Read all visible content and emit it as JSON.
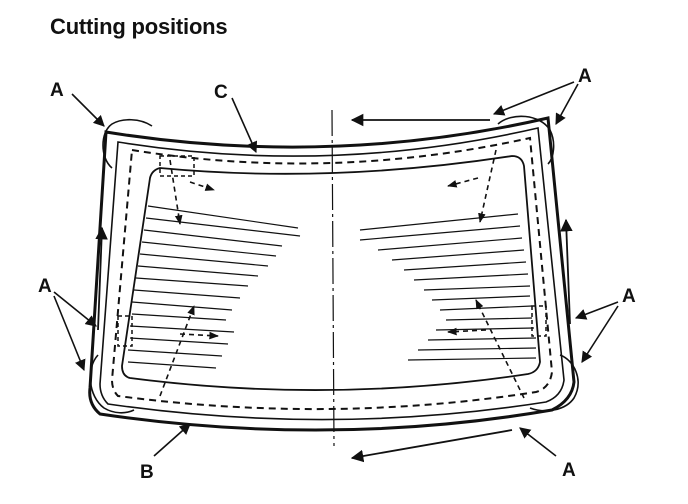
{
  "title": "Cutting positions",
  "labels": {
    "a": "A",
    "b": "B",
    "c": "C"
  },
  "colors": {
    "ink": "#111111",
    "background": "#ffffff"
  }
}
